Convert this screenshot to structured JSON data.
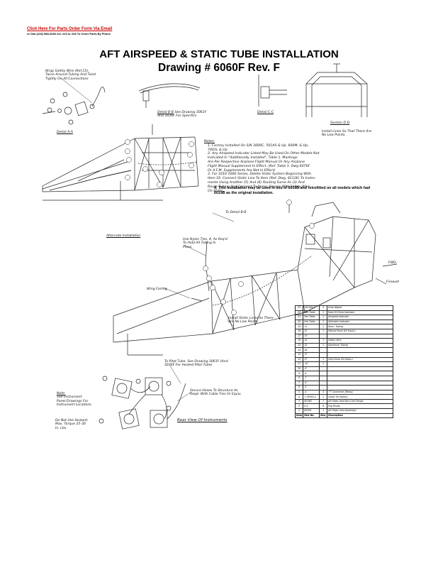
{
  "header": {
    "link_text": "Click Here For Parts Order Form Via Email",
    "sub_text": "or Dial (228) 588-2080 ext. 223 or 228 To Order Parts By Phone"
  },
  "title": {
    "line1": "AFT AIRSPEED & STATIC TUBE INSTALLATION",
    "line2": "Drawing # 6060F Rev. F"
  },
  "labels": {
    "safety_wire": [
      "Wrap Safety Wire (Ref.15),",
      "Twice Around Tubing And Twist",
      "Tightly On All Connections"
    ],
    "detail_a": "Detail A-A",
    "detail_b": "Detail B-B",
    "detail_b_note": [
      "See Drawing 3061F",
      "And 3036F For Specifics"
    ],
    "detail_c": "Detail C-C",
    "section_d": "Section D-D",
    "install_lines": [
      "Install Lines So That There Are",
      "No Low Points."
    ],
    "alternate": "Alternate Installation",
    "use_nylon": [
      "Use Nylon Ties, 4, As Req'd",
      "To Hold All Tubing In",
      "Place."
    ],
    "to_detail_b": "To Detail B-B",
    "wing_fairing": "Wing Fairing",
    "install_static": [
      "Install Static Lines So There",
      "Are No Low Points."
    ],
    "fwd": "FWD.",
    "firewall": "Firewall",
    "pitot_tube": [
      "To Pitot Tube. See Drawing 3061F (And",
      "3036F For Heated Pitot Tube)"
    ],
    "secure_hoses": [
      "Secure Hoses To Structure As",
      "Reqd. With Cable Ties Or Equiv."
    ],
    "rear_view": "Rear View Of Instruments",
    "note_head": "Note:",
    "note_body": [
      "See Instrument",
      "Panel Drawings For",
      "Instrument Locations."
    ],
    "sealant": [
      "Do Not Use Sealant;",
      "Max. Torque 25-30",
      "In. Lbs."
    ]
  },
  "notes": {
    "heading": "Notes:",
    "items": [
      [
        "1. Factory Installed On S/N 3000C, 501AS & Up, 600M, & Up,",
        "   7001L & Up."
      ],
      [
        "2. Any Airspeed Indicator Listed May Be Used On Other Models Not",
        "   Indicated In \"Additionally Installed\", Table 1. Markings",
        "   Are Per Respective Airplane Flight Manual Or Any Airplane",
        "   Flight Manual Supplement In Effect. (Ref. Table 1, Dwg 6076F",
        "   Or A.F.M. Supplements Are Not In Effect)"
      ],
      [
        "3. For 1010-1000 Series, Delete Static System Beginning With",
        "   Item 16. Connect Static Line To Item (Ref. Dwg. 8112E) To Instru-",
        "   ments Using Another (5) And (6) Routing Same As (3) And",
        "   Route Tubing And Connect To Items. Secure With Safety Wire",
        "   On Static."
      ]
    ],
    "note4": "4.  This installation may be used in lieu of 6019B and retrofitted on all models which had 6019B as the original installation."
  },
  "parts_table": {
    "rows": [
      [
        "23",
        "10C484-1",
        "4",
        "Hose Nipple"
      ],
      [
        "22",
        "See Table",
        "1",
        "Rate Of Climb Indicator"
      ],
      [
        "21",
        "See Table",
        "1",
        "Airspeed Indicator"
      ],
      [
        "20",
        "See Table",
        "1",
        "Altimeter Indicator"
      ],
      [
        "19",
        "11",
        "1",
        "Alum. Tubing"
      ],
      [
        "18",
        "12",
        "1",
        "Manual Hose (Or Equiv.)"
      ],
      [
        "17",
        "13",
        "-",
        "-"
      ],
      [
        "16",
        "14",
        "1",
        "Safety Wire"
      ],
      [
        "15",
        "15",
        "1",
        "Aluminum Tubing"
      ],
      [
        "14",
        "16",
        "-",
        "-"
      ],
      [
        "13",
        "17",
        "-",
        "-"
      ],
      [
        "12",
        "17",
        "1",
        "Vinyl Hose (Or Equiv.)"
      ],
      [
        "11",
        "-10",
        "1",
        "-"
      ],
      [
        "10",
        "-9",
        "-",
        "-"
      ],
      [
        "9",
        "-8",
        "-",
        "-"
      ],
      [
        "8",
        "-7",
        "-",
        "-"
      ],
      [
        "7",
        "-6",
        "-",
        "-"
      ],
      [
        "6",
        "-5",
        "-",
        "-"
      ],
      [
        "5",
        "-4",
        "3",
        "\"T\" Connector (Brass)"
      ],
      [
        "4",
        "1-79552-4",
        "1",
        "Cable Tie (Nylon)"
      ],
      [
        "3",
        "6019B",
        "1",
        "Aft Static Vent Box Line Flange"
      ],
      [
        "2",
        "5-5",
        "6",
        "Pop Rivets"
      ],
      [
        "1",
        "6019S",
        "1",
        "Aft Static Vent Assembly"
      ]
    ],
    "header": [
      "Item",
      "Part No.",
      "Req.",
      "Description"
    ]
  },
  "colors": {
    "link": "#cc0000",
    "ink": "#000000"
  }
}
